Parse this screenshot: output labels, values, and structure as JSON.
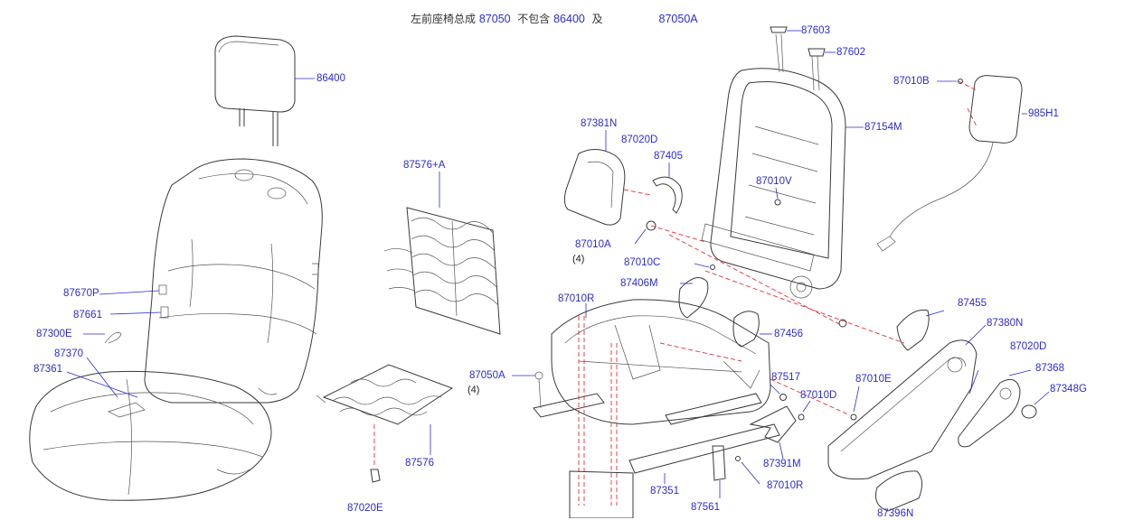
{
  "title": {
    "prefix": "左前座椅总成",
    "n1": "87050",
    "middle": "不包含",
    "n2": "86400",
    "suffix": "及",
    "n3": "87050A"
  },
  "callouts": [
    {
      "id": "86400",
      "text": "86400"
    },
    {
      "id": "87603",
      "text": "87603"
    },
    {
      "id": "87602",
      "text": "87602"
    },
    {
      "id": "87010B",
      "text": "87010B"
    },
    {
      "id": "985H1",
      "text": "985H1"
    },
    {
      "id": "87154M",
      "text": "87154M"
    },
    {
      "id": "87381N",
      "text": "87381N"
    },
    {
      "id": "87020D-top",
      "text": "87020D"
    },
    {
      "id": "87405",
      "text": "87405"
    },
    {
      "id": "87576A",
      "text": "87576+A"
    },
    {
      "id": "87010V",
      "text": "87010V"
    },
    {
      "id": "87010A",
      "text": "87010A"
    },
    {
      "id": "qty-4a",
      "text": "(4)"
    },
    {
      "id": "87010C",
      "text": "87010C"
    },
    {
      "id": "87406M",
      "text": "87406M"
    },
    {
      "id": "87670P",
      "text": "87670P"
    },
    {
      "id": "87661",
      "text": "87661"
    },
    {
      "id": "87010R-top",
      "text": "87010R"
    },
    {
      "id": "87300E",
      "text": "87300E"
    },
    {
      "id": "87370",
      "text": "87370"
    },
    {
      "id": "87361",
      "text": "87361"
    },
    {
      "id": "87455",
      "text": "87455"
    },
    {
      "id": "87380N",
      "text": "87380N"
    },
    {
      "id": "87456",
      "text": "87456"
    },
    {
      "id": "87020D-right",
      "text": "87020D"
    },
    {
      "id": "87368",
      "text": "87368"
    },
    {
      "id": "87348G",
      "text": "87348G"
    },
    {
      "id": "87050A",
      "text": "87050A"
    },
    {
      "id": "qty-4b",
      "text": "(4)"
    },
    {
      "id": "87517",
      "text": "87517"
    },
    {
      "id": "87010E",
      "text": "87010E"
    },
    {
      "id": "87010D",
      "text": "87010D"
    },
    {
      "id": "87576",
      "text": "87576"
    },
    {
      "id": "87391M",
      "text": "87391M"
    },
    {
      "id": "87351",
      "text": "87351"
    },
    {
      "id": "87010R-bottom",
      "text": "87010R"
    },
    {
      "id": "87561",
      "text": "87561"
    },
    {
      "id": "87020E",
      "text": "87020E"
    },
    {
      "id": "87396N",
      "text": "87396N"
    }
  ],
  "colors": {
    "label": "#2b2bd6",
    "line": "#3a3a3a",
    "dashed_guide": "#e0303a",
    "background": "#ffffff"
  }
}
